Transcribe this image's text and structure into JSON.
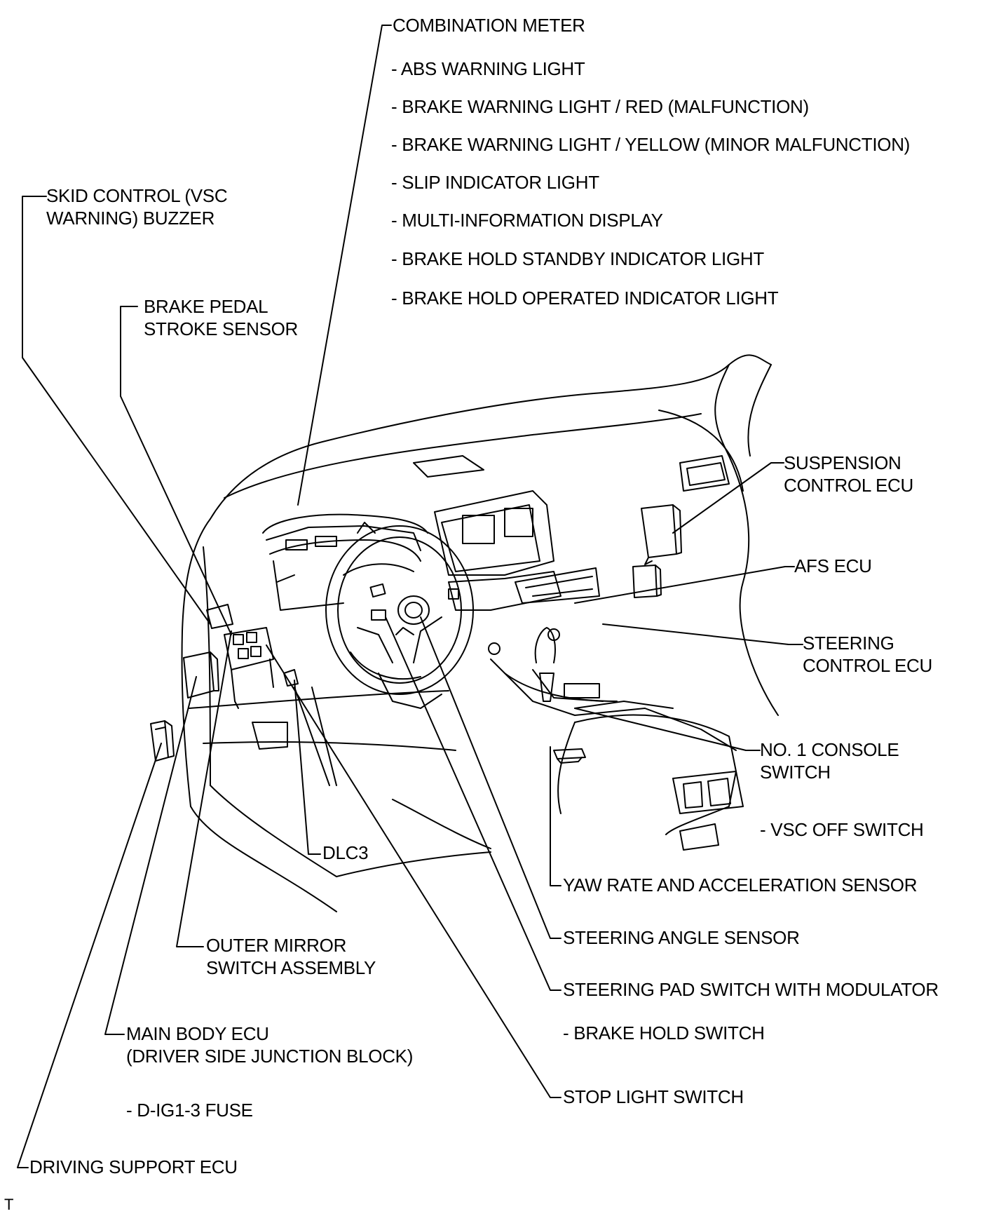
{
  "labels": {
    "combination_meter": "COMBINATION METER",
    "combination_meter_items": [
      "- ABS WARNING LIGHT",
      "- BRAKE WARNING LIGHT / RED (MALFUNCTION)",
      "- BRAKE WARNING LIGHT / YELLOW (MINOR MALFUNCTION)",
      "- SLIP INDICATOR LIGHT",
      "- MULTI-INFORMATION DISPLAY",
      "- BRAKE HOLD STANDBY INDICATOR LIGHT",
      "- BRAKE HOLD OPERATED INDICATOR LIGHT"
    ],
    "skid_control_buzzer_1": "SKID CONTROL (VSC",
    "skid_control_buzzer_2": "WARNING) BUZZER",
    "brake_pedal_sensor_1": "BRAKE PEDAL",
    "brake_pedal_sensor_2": "STROKE SENSOR",
    "suspension_ecu_1": "SUSPENSION",
    "suspension_ecu_2": "CONTROL ECU",
    "afs_ecu": "AFS ECU",
    "steering_control_ecu_1": "STEERING",
    "steering_control_ecu_2": "CONTROL ECU",
    "console_switch_1": "NO. 1 CONSOLE",
    "console_switch_2": "SWITCH",
    "vsc_off_switch": "- VSC OFF SWITCH",
    "dlc3": "DLC3",
    "yaw_rate_sensor": "YAW RATE AND ACCELERATION SENSOR",
    "steering_angle_sensor": "STEERING ANGLE SENSOR",
    "outer_mirror_switch_1": "OUTER MIRROR",
    "outer_mirror_switch_2": "SWITCH ASSEMBLY",
    "steering_pad_switch": "STEERING PAD SWITCH WITH MODULATOR",
    "brake_hold_switch": "- BRAKE HOLD SWITCH",
    "main_body_ecu_1": "MAIN BODY ECU",
    "main_body_ecu_2": "(DRIVER SIDE JUNCTION BLOCK)",
    "stop_light_switch": "STOP LIGHT SWITCH",
    "fuse": "- D-IG1-3 FUSE",
    "driving_support_ecu": "DRIVING SUPPORT ECU",
    "corner_mark": "T"
  }
}
